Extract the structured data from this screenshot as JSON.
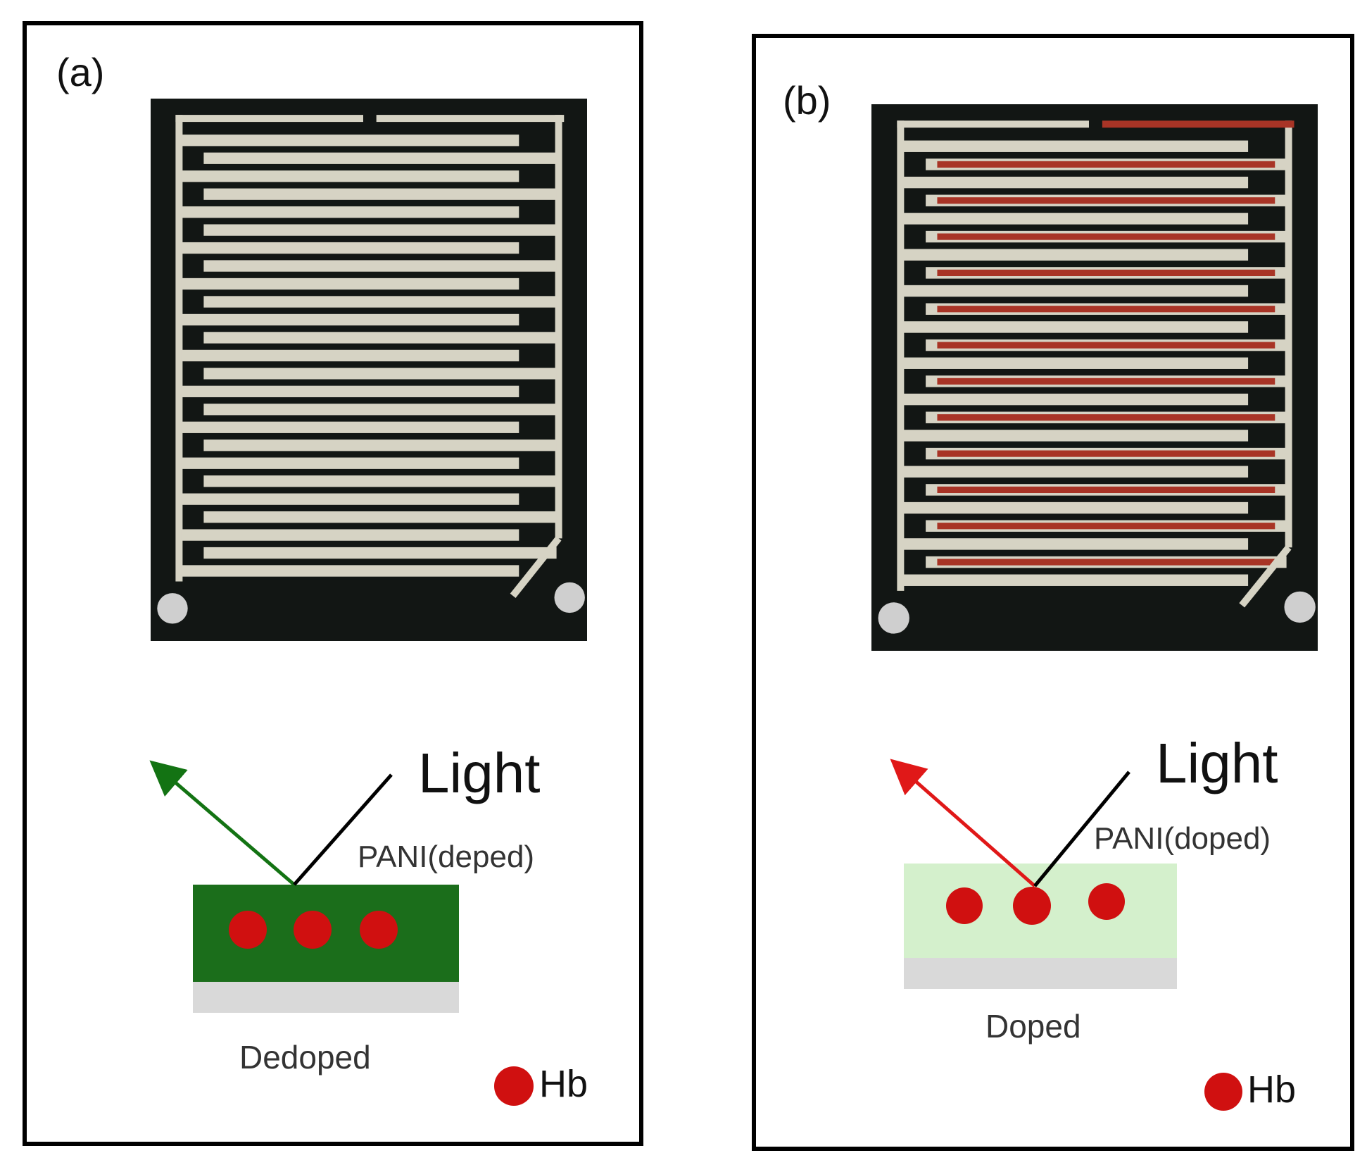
{
  "panels": [
    {
      "label": "(a)",
      "light_label": "Light",
      "layer_label": "PANI(deped)",
      "state_label": "Dedoped",
      "legend_label": "Hb",
      "colors": {
        "film": "#1b6e1b",
        "substrate": "#d9d9d9",
        "reflected_ray": "#137313",
        "electrode_fill": "#1c2a24"
      }
    },
    {
      "label": "(b)",
      "light_label": "Light",
      "layer_label": "PANI(doped)",
      "state_label": "Doped",
      "legend_label": "Hb",
      "colors": {
        "film": "#d4f0cc",
        "substrate": "#d9d9d9",
        "reflected_ray": "#e01818",
        "electrode_fill": "#a83426"
      }
    }
  ],
  "colors": {
    "hb_dot": "#d01010",
    "incident_ray": "#000000",
    "electrode_metal": "#d6d3c4",
    "board": "#121614"
  }
}
